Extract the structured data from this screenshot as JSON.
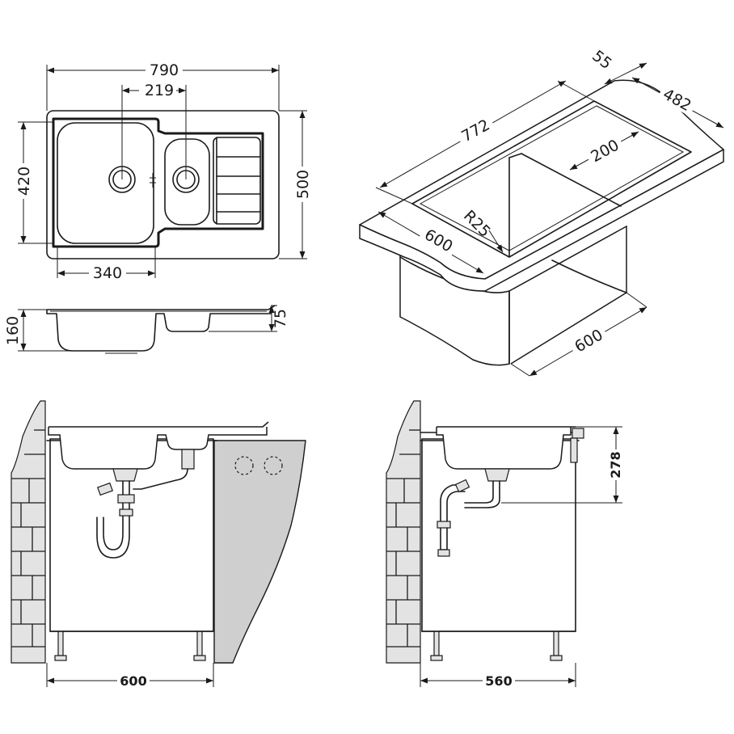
{
  "dimensions": {
    "top_view": {
      "overall_width": "790",
      "bowl_spacing": "219",
      "bowl_width": "340",
      "inner_depth": "420",
      "overall_depth": "500"
    },
    "side_view": {
      "main_bowl_depth": "160",
      "small_bowl_depth": "75"
    },
    "iso_view": {
      "cutout_length": "772",
      "rim_offset": "55",
      "cutout_depth": "482",
      "divider": "200",
      "corner_radius": "R25",
      "worktop_depth": "600",
      "cabinet_depth": "600"
    },
    "front_install": {
      "cabinet_width": "600"
    },
    "side_install": {
      "cabinet_depth": "560",
      "drain_height": "278"
    }
  }
}
